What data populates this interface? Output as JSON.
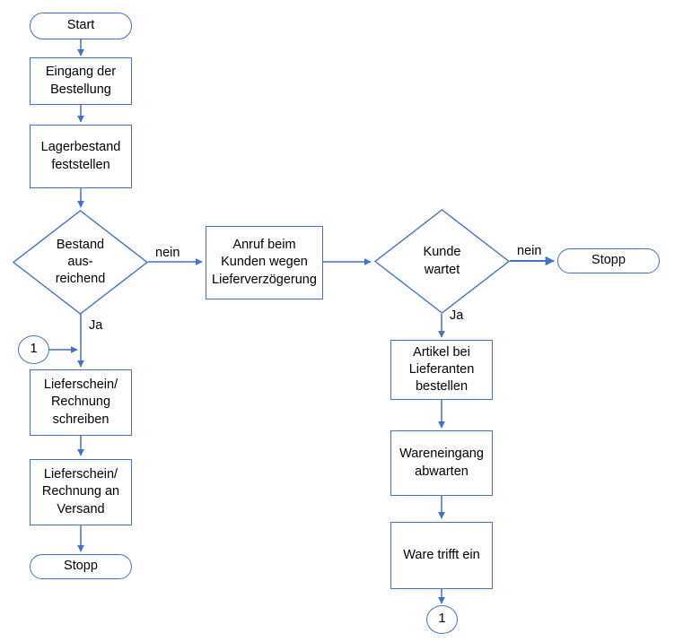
{
  "diagram": {
    "title": "Bestellabwicklung Flussdiagramm",
    "stroke_color": "#4472C4",
    "arrow_color": "#4472C4",
    "background": "#ffffff",
    "text_color": "#000000"
  },
  "nodes": {
    "start": {
      "label": "Start",
      "shape": "terminator"
    },
    "eingang_bestellung": {
      "label": "Eingang der\nBestellung",
      "shape": "process"
    },
    "lagerbestand": {
      "label": "Lagerbestand\nfeststellen",
      "shape": "process"
    },
    "bestand_ausreichend": {
      "label": "Bestand\naus-\nreichend",
      "shape": "decision"
    },
    "anruf_kunde": {
      "label": "Anruf beim\nKunden wegen\nLieferverzögerung",
      "shape": "process"
    },
    "kunde_wartet": {
      "label": "Kunde\nwartet",
      "shape": "decision"
    },
    "stopp_rechts": {
      "label": "Stopp",
      "shape": "terminator"
    },
    "artikel_bestellen": {
      "label": "Artikel bei\nLieferanten\nbestellen",
      "shape": "process"
    },
    "wareneingang": {
      "label": "Wareneingang\nabwarten",
      "shape": "process"
    },
    "ware_trifft_ein": {
      "label": "Ware trifft ein",
      "shape": "process"
    },
    "connector_unten": {
      "label": "1",
      "shape": "connector"
    },
    "connector_links": {
      "label": "1",
      "shape": "connector"
    },
    "lieferschein_schreiben": {
      "label": "Lieferschein/\nRechnung\nschreiben",
      "shape": "process"
    },
    "lieferschein_versand": {
      "label": "Lieferschein/\nRechnung an\nVersand",
      "shape": "process"
    },
    "stopp_links": {
      "label": "Stopp",
      "shape": "terminator"
    }
  },
  "edge_labels": {
    "bestand_nein": "nein",
    "bestand_ja": "Ja",
    "kunde_nein": "nein",
    "kunde_ja": "Ja"
  }
}
